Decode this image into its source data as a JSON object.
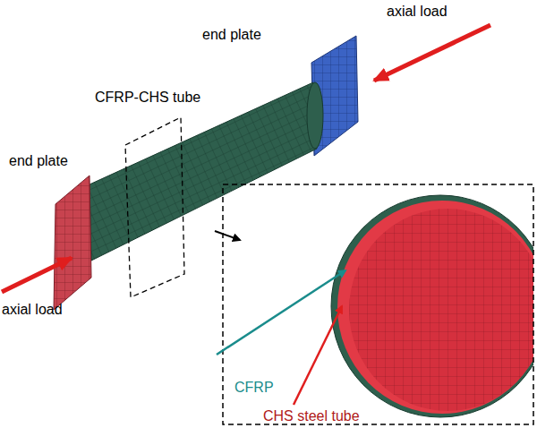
{
  "diagram": {
    "labels": [
      "axial load",
      "end plate",
      "CFRP-CHS tube",
      "end plate",
      "axial load",
      "CFRP",
      "CHS steel tube"
    ]
  }
}
